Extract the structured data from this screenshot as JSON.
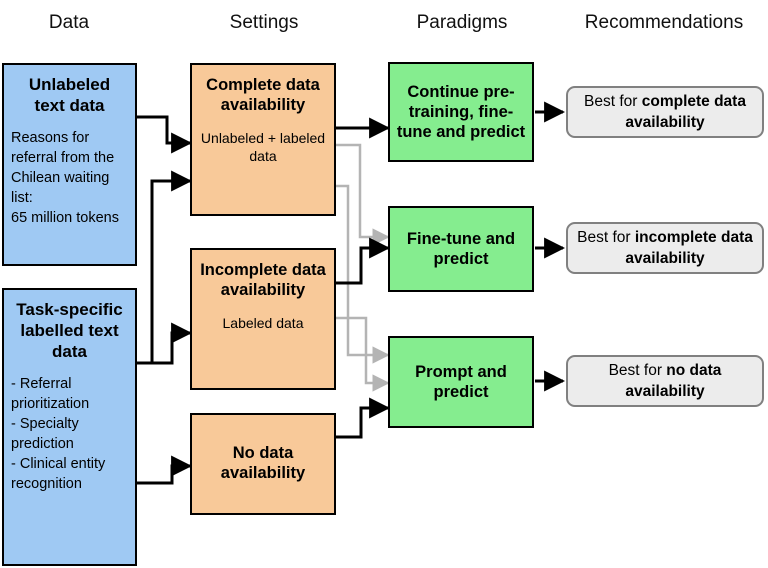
{
  "columns": [
    {
      "label": "Data"
    },
    {
      "label": "Settings"
    },
    {
      "label": "Paradigms"
    },
    {
      "label": "Recommendations"
    }
  ],
  "data_nodes": [
    {
      "title": "Unlabeled\ntext data",
      "body": "Reasons for referral from the Chilean waiting list:\n65 million tokens"
    },
    {
      "title": "Task-specific labelled text data",
      "body": "- Referral prioritization\n- Specialty prediction\n- Clinical entity recognition"
    }
  ],
  "setting_nodes": [
    {
      "title": "Complete data availability",
      "sub": "Unlabeled + labeled data"
    },
    {
      "title": "Incomplete data availability",
      "sub": "Labeled data"
    },
    {
      "title": "No data availability",
      "sub": ""
    }
  ],
  "paradigm_nodes": [
    {
      "title": "Continue pre-training, fine-tune and predict"
    },
    {
      "title": "Fine-tune and predict"
    },
    {
      "title": "Prompt and predict"
    }
  ],
  "recommendation_nodes": [
    {
      "prefix": "Best for ",
      "emphasis": "complete data availability"
    },
    {
      "prefix": "Best for ",
      "emphasis": "incomplete data availability"
    },
    {
      "prefix": "Best for ",
      "emphasis": "no data availability"
    }
  ],
  "colors": {
    "data_fill": "#9fc9f3",
    "setting_fill": "#f8c999",
    "paradigm_fill": "#85ed8f",
    "recommendation_fill": "#ececec",
    "recommendation_border": "#808080",
    "primary_connector": "#000000",
    "secondary_connector": "#b4b4b4",
    "background": "#ffffff"
  }
}
